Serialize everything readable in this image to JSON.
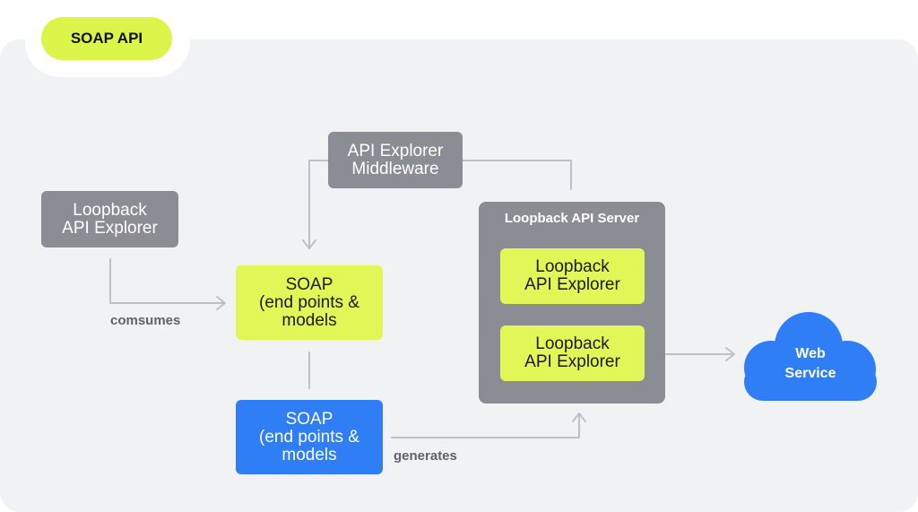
{
  "header": {
    "title": "SOAP API"
  },
  "nodes": {
    "middleware": {
      "lines": [
        "API Explorer",
        "Middleware"
      ]
    },
    "loopback_left": {
      "lines": [
        "Loopback",
        "API Explorer"
      ]
    },
    "soap_lime": {
      "lines": [
        "SOAP",
        "(end points &",
        "models"
      ]
    },
    "soap_blue": {
      "lines": [
        "SOAP",
        "(end points &",
        "models"
      ]
    },
    "server": {
      "title": "Loopback API Server",
      "inner_top": {
        "lines": [
          "Loopback",
          "API Explorer"
        ]
      },
      "inner_bottom": {
        "lines": [
          "Loopback",
          "API Explorer"
        ]
      }
    },
    "web_service": {
      "lines": [
        "Web",
        "Service"
      ]
    }
  },
  "edge_labels": {
    "consumes": "comsumes",
    "generates": "generates"
  },
  "colors": {
    "accent_lime": "#e1f657",
    "node_gray": "#8a8e94",
    "node_blue": "#2f7ef5",
    "connector": "#bdc1c6"
  }
}
